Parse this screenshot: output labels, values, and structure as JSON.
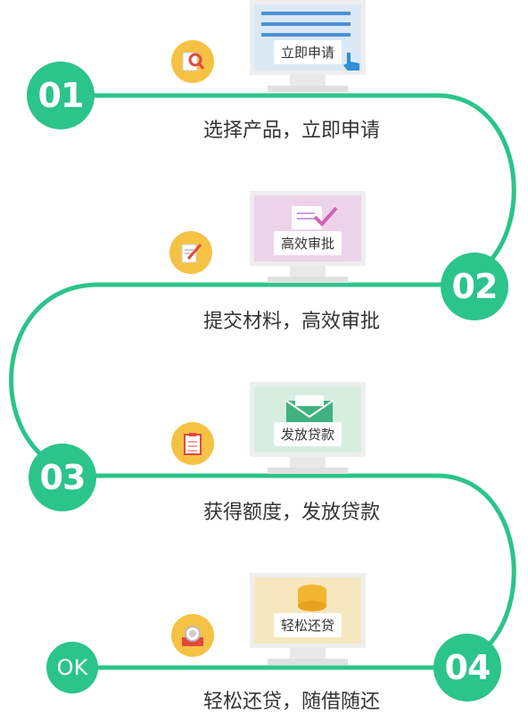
{
  "steps": [
    {
      "number": "01",
      "caption": "选择产品，立即申请",
      "screen_label": "立即申请",
      "screen_color": "#dbe9f5",
      "icon": "search-icon"
    },
    {
      "number": "02",
      "caption": "提交材料，高效审批",
      "screen_label": "高效审批",
      "screen_color": "#edd3ea",
      "icon": "edit-icon"
    },
    {
      "number": "03",
      "caption": "获得额度，发放贷款",
      "screen_label": "发放贷款",
      "screen_color": "#d6eee0",
      "icon": "clipboard-icon"
    },
    {
      "number": "04",
      "caption": "轻松还贷，随借随还",
      "screen_label": "轻松还贷",
      "screen_color": "#f6e7bf",
      "icon": "coin-icon"
    }
  ],
  "end": {
    "label": "OK"
  },
  "colors": {
    "accent": "#2bc48a",
    "badge": "#f6c244"
  }
}
